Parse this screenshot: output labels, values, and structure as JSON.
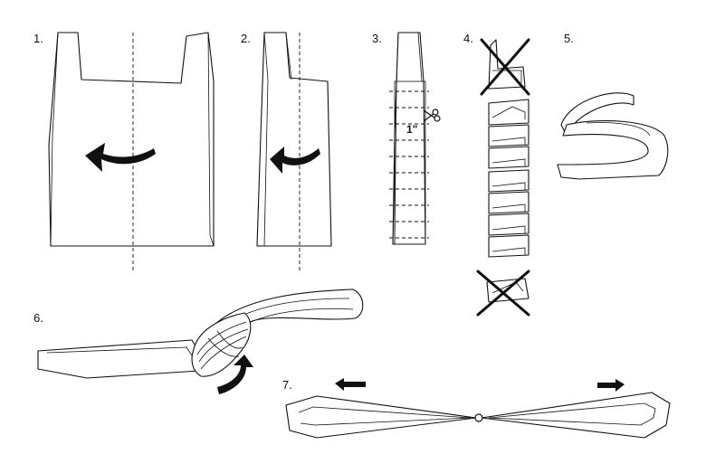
{
  "steps": [
    {
      "label": "1."
    },
    {
      "label": "2."
    },
    {
      "label": "3."
    },
    {
      "label": "4."
    },
    {
      "label": "5."
    },
    {
      "label": "6."
    },
    {
      "label": "7."
    }
  ],
  "step3": {
    "measurement": "1\""
  },
  "icons": {
    "fold_arrow": "curved-arrow-icon",
    "scissors": "scissors-icon",
    "discard": "x-mark-icon",
    "pull_left": "arrow-left-icon",
    "pull_right": "arrow-right-icon"
  },
  "colors": {
    "ink": "#111111",
    "paper": "#ffffff"
  }
}
